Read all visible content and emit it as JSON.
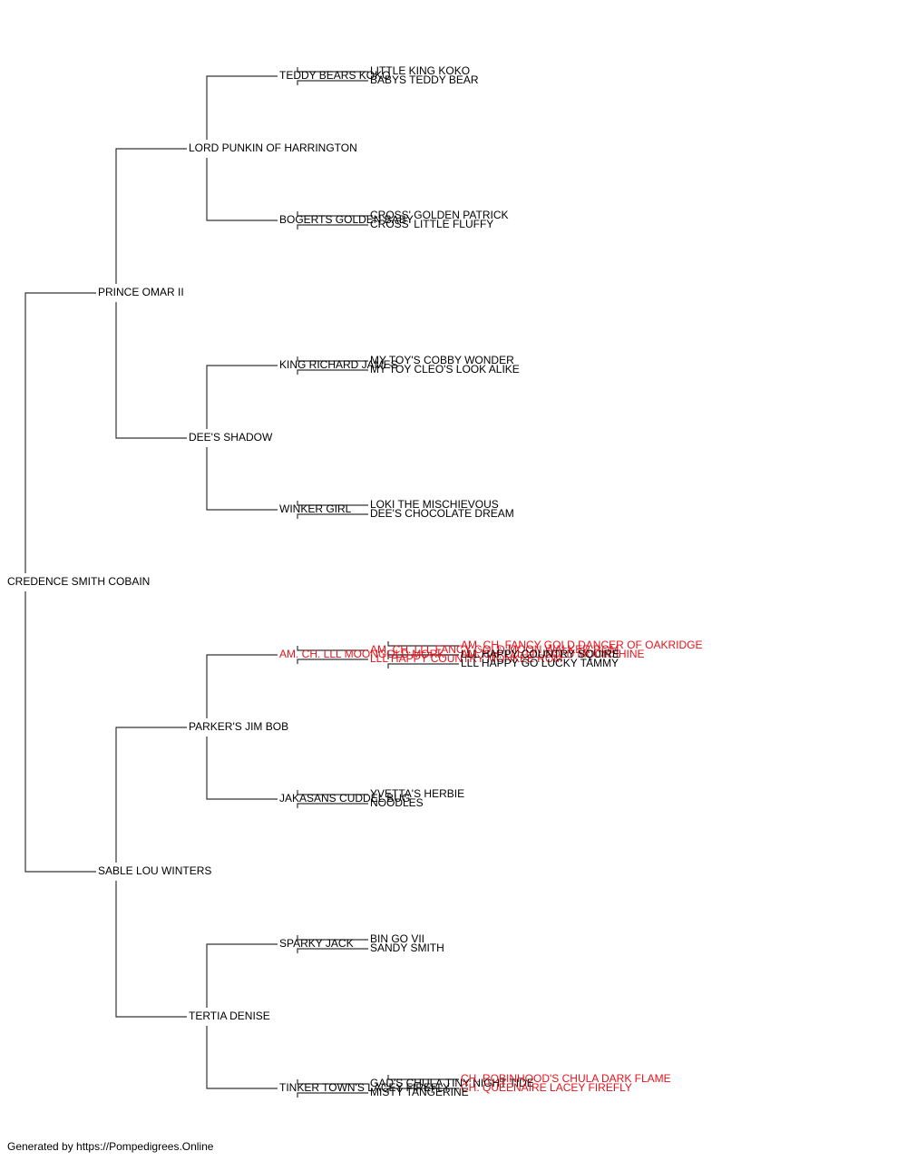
{
  "colors": {
    "normal": "#000000",
    "champion": "#e8121b",
    "line": "#333333"
  },
  "pedigree": {
    "name": "CREDENCE SMITH COBAIN",
    "children": [
      {
        "name": "PRINCE OMAR II",
        "children": [
          {
            "name": "LORD PUNKIN OF HARRINGTON",
            "children": [
              {
                "name": "TEDDY BEARS KOKO",
                "children": [
                  {
                    "name": "LITTLE KING KOKO"
                  },
                  {
                    "name": "BABYS TEDDY BEAR"
                  }
                ]
              },
              {
                "name": "BOGERTS GOLDEN BABY",
                "children": [
                  {
                    "name": "CROSS' GOLDEN PATRICK"
                  },
                  {
                    "name": "CROSS' LITTLE FLUFFY"
                  }
                ]
              }
            ]
          },
          {
            "name": "DEE'S SHADOW",
            "children": [
              {
                "name": "KING RICHARD JAMES",
                "children": [
                  {
                    "name": "MY TOY'S COBBY WONDER"
                  },
                  {
                    "name": "MY TOY CLEO'S LOOK ALIKE"
                  }
                ]
              },
              {
                "name": "WINKER GIRL",
                "children": [
                  {
                    "name": "LOKI THE MISCHIEVOUS"
                  },
                  {
                    "name": "DEE'S CHOCOLATE DREAM"
                  }
                ]
              }
            ]
          }
        ]
      },
      {
        "name": "SABLE LOU WINTERS",
        "children": [
          {
            "name": "PARKER'S JIM BOB",
            "children": [
              {
                "name": "AM. CH. LLL MOONGOLD MORK",
                "champion": true,
                "children": [
                  {
                    "name": "AM. CH. LLL FANCY GOLD MOON WALKER ROM",
                    "champion": true,
                    "children": [
                      {
                        "name": "AM. CH. FANCY GOLD DANCER OF OAKRIDGE",
                        "champion": true
                      },
                      {
                        "name": "AM. CH. LLL LIL GOLD MOONSHINE",
                        "champion": true
                      }
                    ]
                  },
                  {
                    "name": "LLL HAPPY COUNTRY MONKEE ROM",
                    "champion": true,
                    "children": [
                      {
                        "name": "LLL HAPPY COUNTRY SQUIRE"
                      },
                      {
                        "name": "LLL HAPPY GO LUCKY TAMMY"
                      }
                    ]
                  }
                ]
              },
              {
                "name": "JAKASANS CUDDEL BUG",
                "children": [
                  {
                    "name": "YVETTA'S HERBIE"
                  },
                  {
                    "name": "NOODLES"
                  }
                ]
              }
            ]
          },
          {
            "name": "TERTIA DENISE",
            "children": [
              {
                "name": "SPARKY JACK",
                "children": [
                  {
                    "name": "BIN GO VII"
                  },
                  {
                    "name": "SANDY SMITH"
                  }
                ]
              },
              {
                "name": "TINKER TOWN'S LACEY FIREFLY",
                "children": [
                  {
                    "name": "GAD'S CHULA TINY NIGHT TIDE",
                    "children": [
                      {
                        "name": "CH. ROBINHOOD'S CHULA DARK FLAME",
                        "champion": true
                      },
                      {
                        "name": "CH. QUEENAIRE LACEY FIREFLY",
                        "champion": true
                      }
                    ]
                  },
                  {
                    "name": "MISTY TANGERINE"
                  }
                ]
              }
            ]
          }
        ]
      }
    ]
  },
  "footer": {
    "text": "Generated by https://Pompedigrees.Online"
  }
}
